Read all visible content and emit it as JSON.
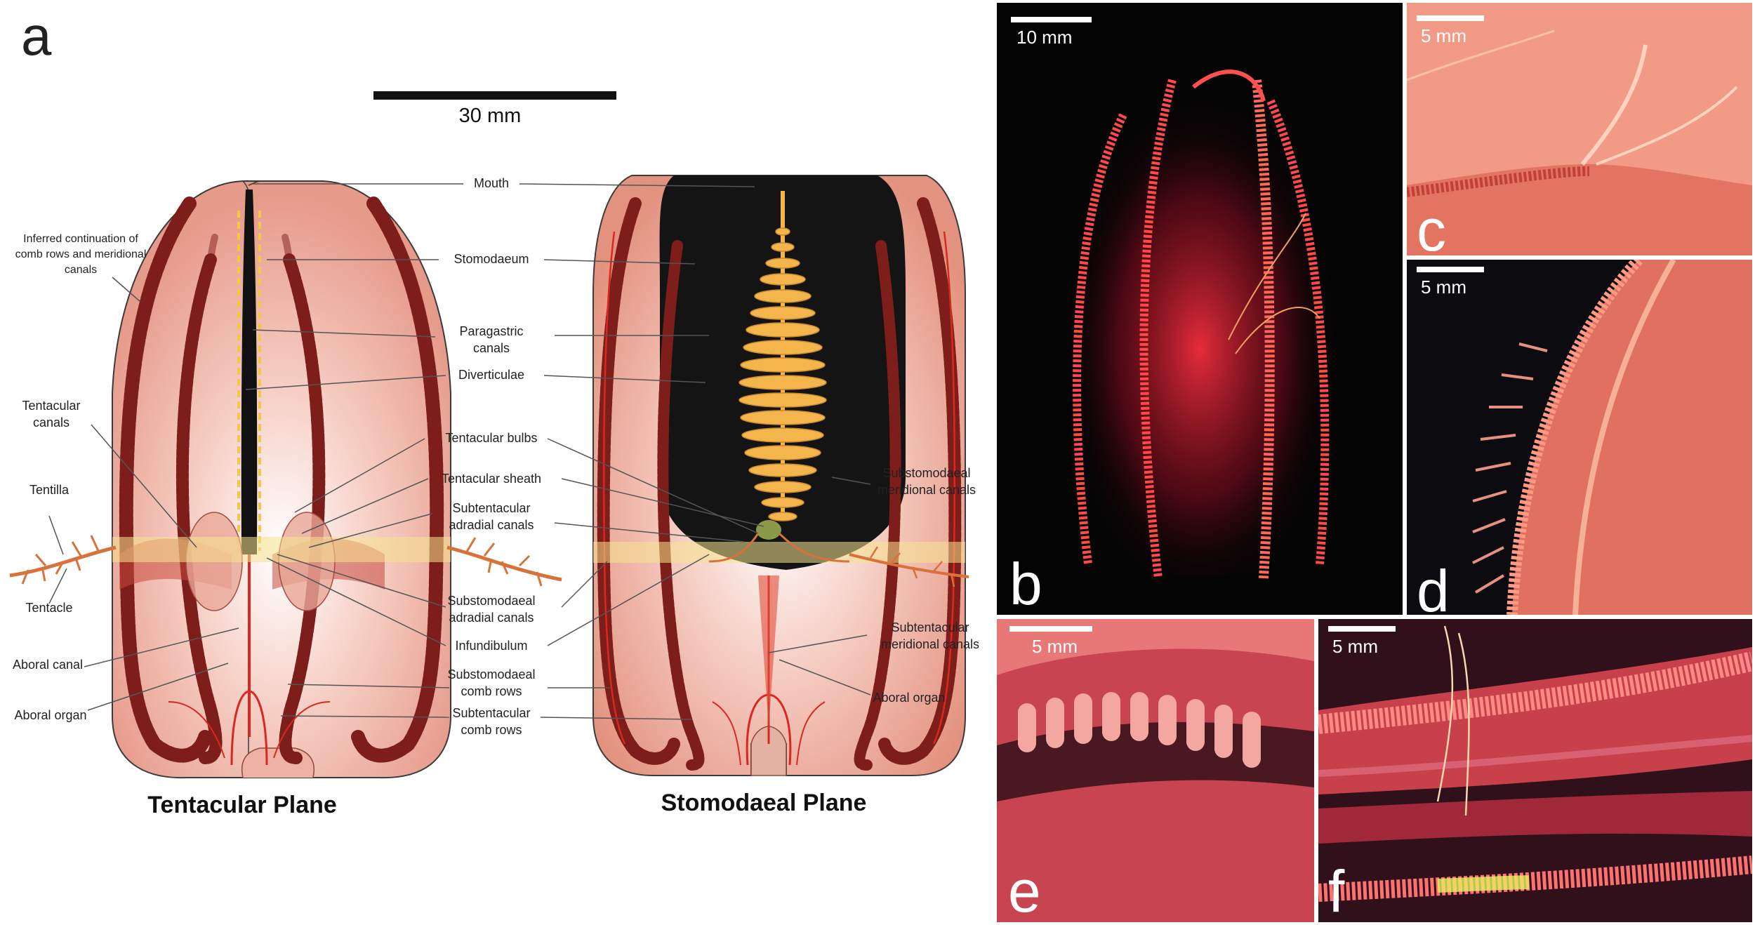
{
  "panel_a": {
    "letter": "a",
    "scale_bar": "30 mm",
    "plane_labels": {
      "tentacular": "Tentacular Plane",
      "stomodaeal": "Stomodaeal Plane"
    },
    "labels": {
      "mouth": "Mouth",
      "stomodaeum": "Stomodaeum",
      "paragastric_1": "Paragastric",
      "paragastric_2": "canals",
      "diverticulae": "Diverticulae",
      "tentacular_bulbs": "Tentacular bulbs",
      "tentacular_sheath": "Tentacular sheath",
      "subtentacular_adradial_1": "Subtentacular",
      "subtentacular_adradial_2": "adradial canals",
      "substomodaeal_adradial_1": "Substomodaeal",
      "substomodaeal_adradial_2": "adradial canals",
      "infundibulum": "Infundibulum",
      "substomodaeal_comb_1": "Substomodaeal",
      "substomodaeal_comb_2": "comb rows",
      "subtentacular_comb_1": "Subtentacular",
      "subtentacular_comb_2": "comb rows",
      "inferred_1": "Inferred continuation of",
      "inferred_2": "comb rows and meridional",
      "inferred_3": "canals",
      "tentacular_canals_1": "Tentacular",
      "tentacular_canals_2": "canals",
      "tentilla": "Tentilla",
      "tentacle": "Tentacle",
      "aboral_canal": "Aboral canal",
      "aboral_organ_left": "Aboral organ",
      "aboral_organ_right": "Aboral organ",
      "substomodaeal_meridional_1": "Substomodaeal",
      "substomodaeal_meridional_2": "meridional canals",
      "subtentacular_meridional_1": "Subtentacular",
      "subtentacular_meridional_2": "meridional canals"
    }
  },
  "photo_panels": [
    {
      "id": "b",
      "letter": "b",
      "scale": "10 mm"
    },
    {
      "id": "c",
      "letter": "c",
      "scale": "5 mm"
    },
    {
      "id": "d",
      "letter": "d",
      "scale": "5 mm"
    },
    {
      "id": "e",
      "letter": "e",
      "scale": "5 mm"
    },
    {
      "id": "f",
      "letter": "f",
      "scale": "5 mm"
    }
  ],
  "colors": {
    "body": "#eaa597",
    "comb_row": "#7e1e1a",
    "canal": "#d82820",
    "stomodaeum": "#141414",
    "diverticulae": "#f4b64c",
    "tentacle": "#d8723a"
  }
}
